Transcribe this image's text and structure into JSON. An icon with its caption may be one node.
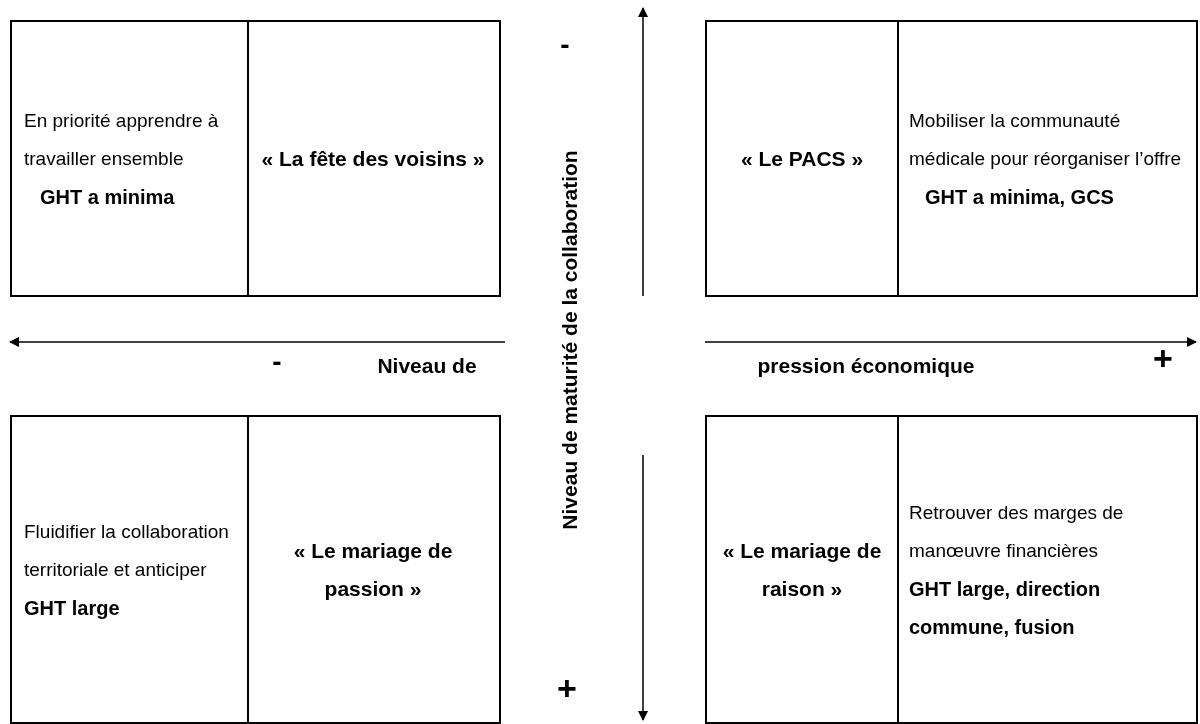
{
  "diagram": {
    "nodes": [
      {
        "text": [
          "En priorité apprendre à travailler ensemble",
          "GHT a minima"
        ]
      },
      {
        "text": [
          "« La fête des voisins »"
        ]
      },
      {
        "text": [
          "« Le PACS »"
        ]
      },
      {
        "text": [
          "Mobiliser la communauté médicale pour réorganiser l’offre",
          "GHT a minima, GCS"
        ]
      },
      {
        "text": [
          "Fluidifier la collaboration territoriale et anticiper",
          "GHT large"
        ]
      },
      {
        "text": [
          "« Le mariage de passion »"
        ]
      },
      {
        "text": [
          "« Le mariage de raison »"
        ]
      },
      {
        "text": [
          "Retrouver des marges de manœuvre financières",
          "GHT large, direction commune, fusion"
        ]
      }
    ],
    "labels": [
      "-",
      "Niveau de maturité de la collaboration",
      "-",
      "Niveau de",
      "pression économique",
      "+",
      "+"
    ]
  }
}
